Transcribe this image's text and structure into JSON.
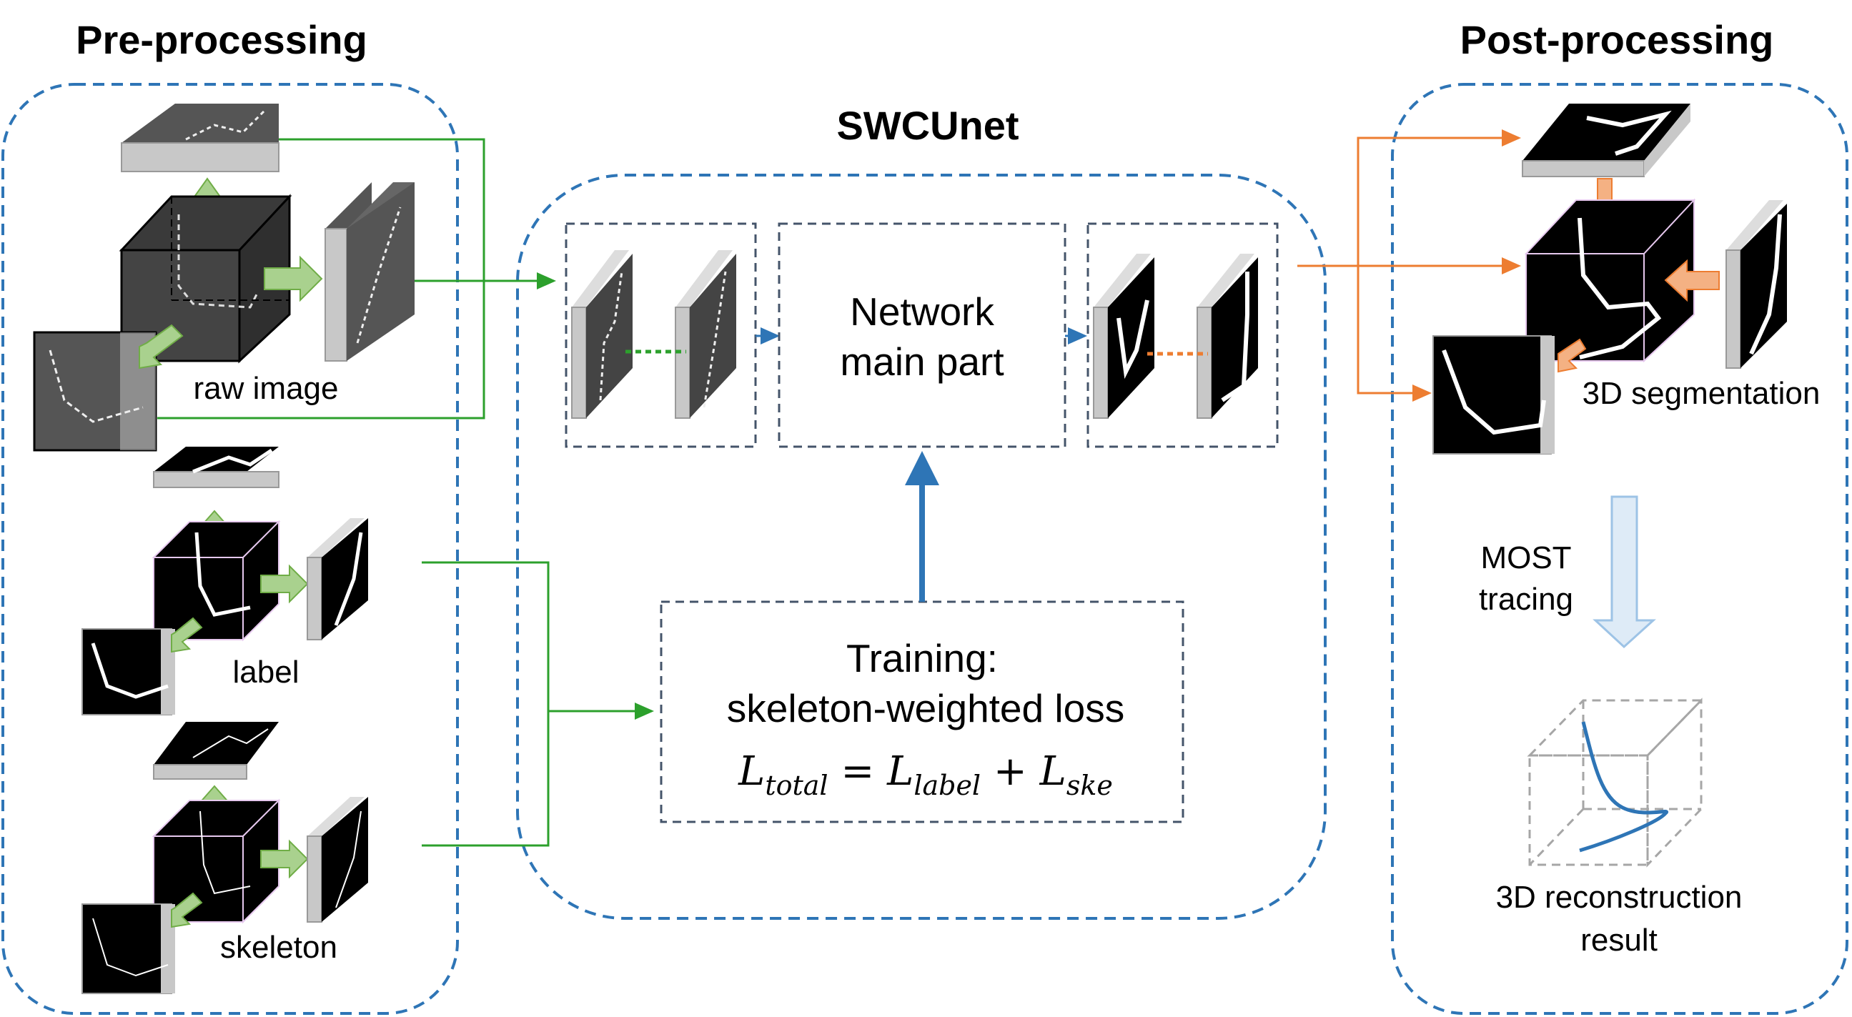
{
  "sections": {
    "pre_processing": "Pre-processing",
    "swcunet": "SWCUnet",
    "post_processing": "Post-processing"
  },
  "pre": {
    "raw_image": "raw image",
    "label": "label",
    "skeleton": "skeleton"
  },
  "network": {
    "line1": "Network",
    "line2": "main part"
  },
  "training": {
    "line1": "Training:",
    "line2": "skeleton-weighted loss",
    "formula": {
      "L": "L",
      "total": "total",
      "eq": " = ",
      "label": "label",
      "plus": " + ",
      "ske": "ske"
    }
  },
  "post": {
    "segmentation": "3D segmentation",
    "most_line1": "MOST",
    "most_line2": "tracing",
    "recon_line1": "3D reconstruction",
    "recon_line2": "result"
  },
  "colors": {
    "green_flow": "#2ca02c",
    "blue_flow": "#2e75b6",
    "orange_flow": "#ed7d31",
    "region_border": "#2e75b6",
    "light_green_arrow": "#a9d18e",
    "light_orange_arrow": "#f4b183",
    "light_blue_arrow": "#deebf7"
  }
}
